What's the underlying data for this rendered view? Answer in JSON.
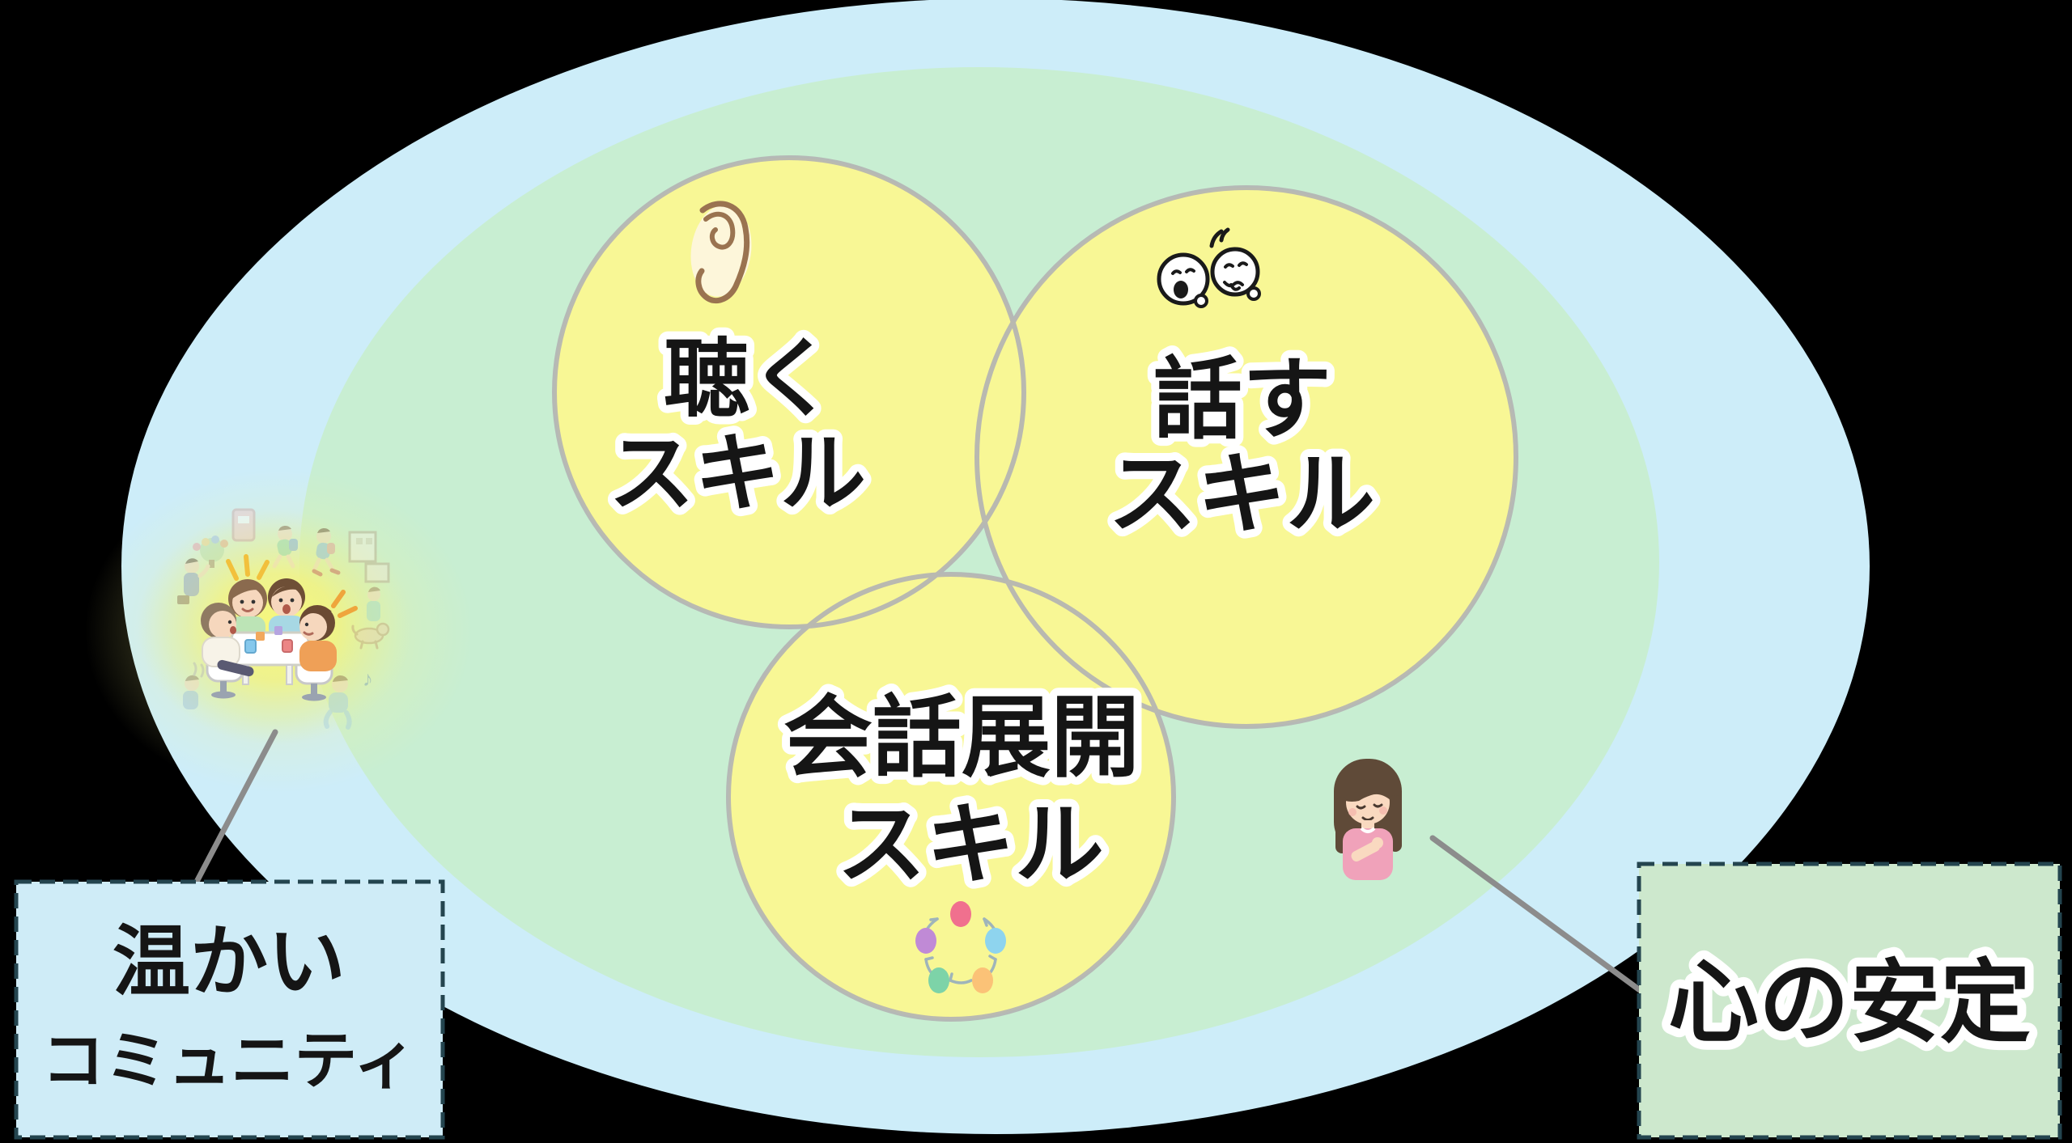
{
  "figure": {
    "skill_circles": [
      {
        "id": "listening",
        "line1": "聴く",
        "line2": "スキル"
      },
      {
        "id": "speaking",
        "line1": "話す",
        "line2": "スキル"
      },
      {
        "id": "conversation",
        "line1": "会話展開",
        "line2": "スキル"
      }
    ],
    "community_box": {
      "line1": "温かい",
      "line2": "コミュニティ"
    },
    "stability_box": {
      "text": "心の安定"
    }
  },
  "icons": {
    "ear": "ear-icon",
    "talking_faces": "talking-faces-icon",
    "cycle": "five-step-cycle-icon",
    "community_scene": "community-gathering-illustration",
    "calm_girl": "calm-girl-illustration",
    "music_note": "♪"
  },
  "colors": {
    "outer_ellipse": "#cdedf9",
    "inner_ellipse": "#c8eed2",
    "skill_circle_fill": "#f8f795",
    "skill_circle_border": "#b3b3b3",
    "community_box_fill": "#cfecf7",
    "stability_box_fill": "#cde8cd",
    "dashed_border": "#24454f",
    "connector": "#8c8c8c",
    "label_text": "#151515",
    "cycle_dots": [
      "#f0708e",
      "#8ed4ee",
      "#fbc277",
      "#7dd3a8",
      "#c08ad6"
    ]
  }
}
